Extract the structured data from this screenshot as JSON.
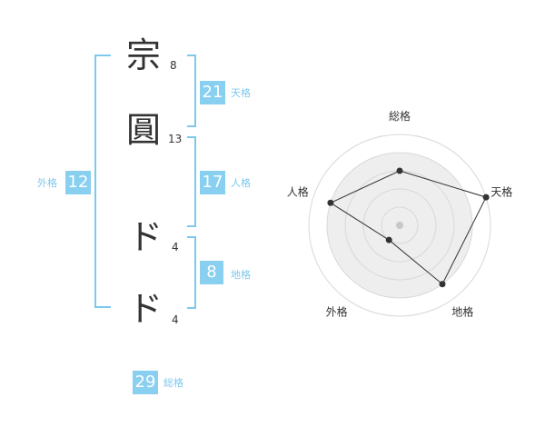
{
  "name": {
    "chars": [
      {
        "char": "宗",
        "strokes": "8"
      },
      {
        "char": "圓",
        "strokes": "13"
      },
      {
        "char": "ド",
        "strokes": "4"
      },
      {
        "char": "ド",
        "strokes": "4"
      }
    ]
  },
  "fortune": {
    "tenkaku": {
      "value": "21",
      "label": "天格"
    },
    "jinkaku": {
      "value": "17",
      "label": "人格"
    },
    "chikaku": {
      "value": "8",
      "label": "地格"
    },
    "gaikaku": {
      "value": "12",
      "label": "外格"
    },
    "soukaku": {
      "value": "29",
      "label": "総格"
    }
  },
  "colors": {
    "accent": "#89cff0",
    "bracket": "#7ec8ee",
    "text": "#333333"
  },
  "chart_data": {
    "type": "radar",
    "axes": [
      "総格",
      "天格",
      "地格",
      "外格",
      "人格"
    ],
    "values": [
      3,
      5,
      4,
      1,
      4
    ],
    "max": 5,
    "grid": true
  }
}
